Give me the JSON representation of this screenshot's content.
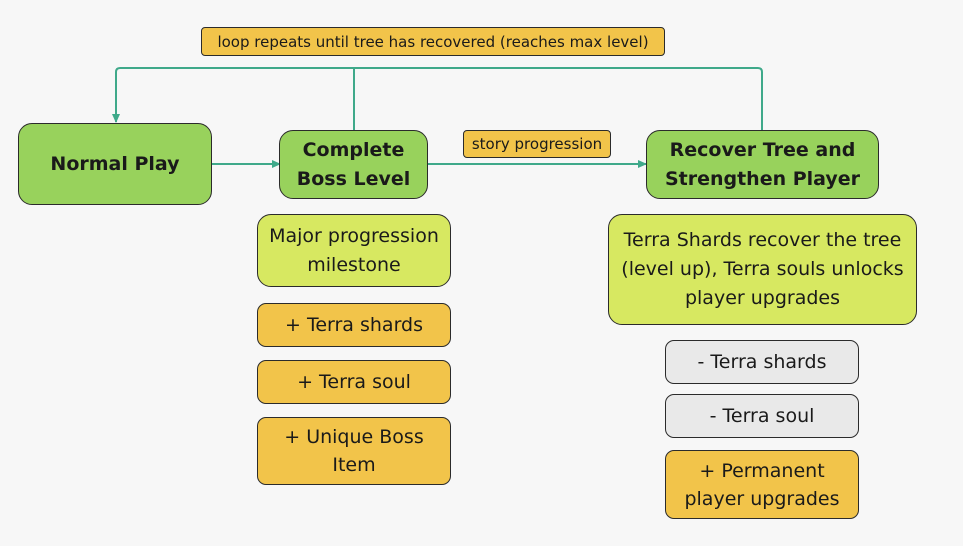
{
  "nodes": {
    "normal_play": "Normal Play",
    "complete_boss": "Complete Boss Level",
    "recover_tree": "Recover Tree and Strengthen Player"
  },
  "boss_details": {
    "milestone": "Major progression milestone",
    "rewards": [
      "+ Terra shards",
      "+ Terra soul",
      "+ Unique Boss Item"
    ]
  },
  "recover_details": {
    "description": "Terra Shards recover the tree (level up), Terra souls unlocks player upgrades",
    "costs": [
      "- Terra shards",
      "- Terra soul"
    ],
    "gain": "+ Permanent player upgrades"
  },
  "labels": {
    "loop": "loop repeats until tree has recovered (reaches max level)",
    "story": "story progression"
  },
  "colors": {
    "main_node": "#98d25c",
    "milestone": "#d7e861",
    "reward": "#f2c44a",
    "cost": "#e9e9e9",
    "connector": "#3fa98a"
  }
}
